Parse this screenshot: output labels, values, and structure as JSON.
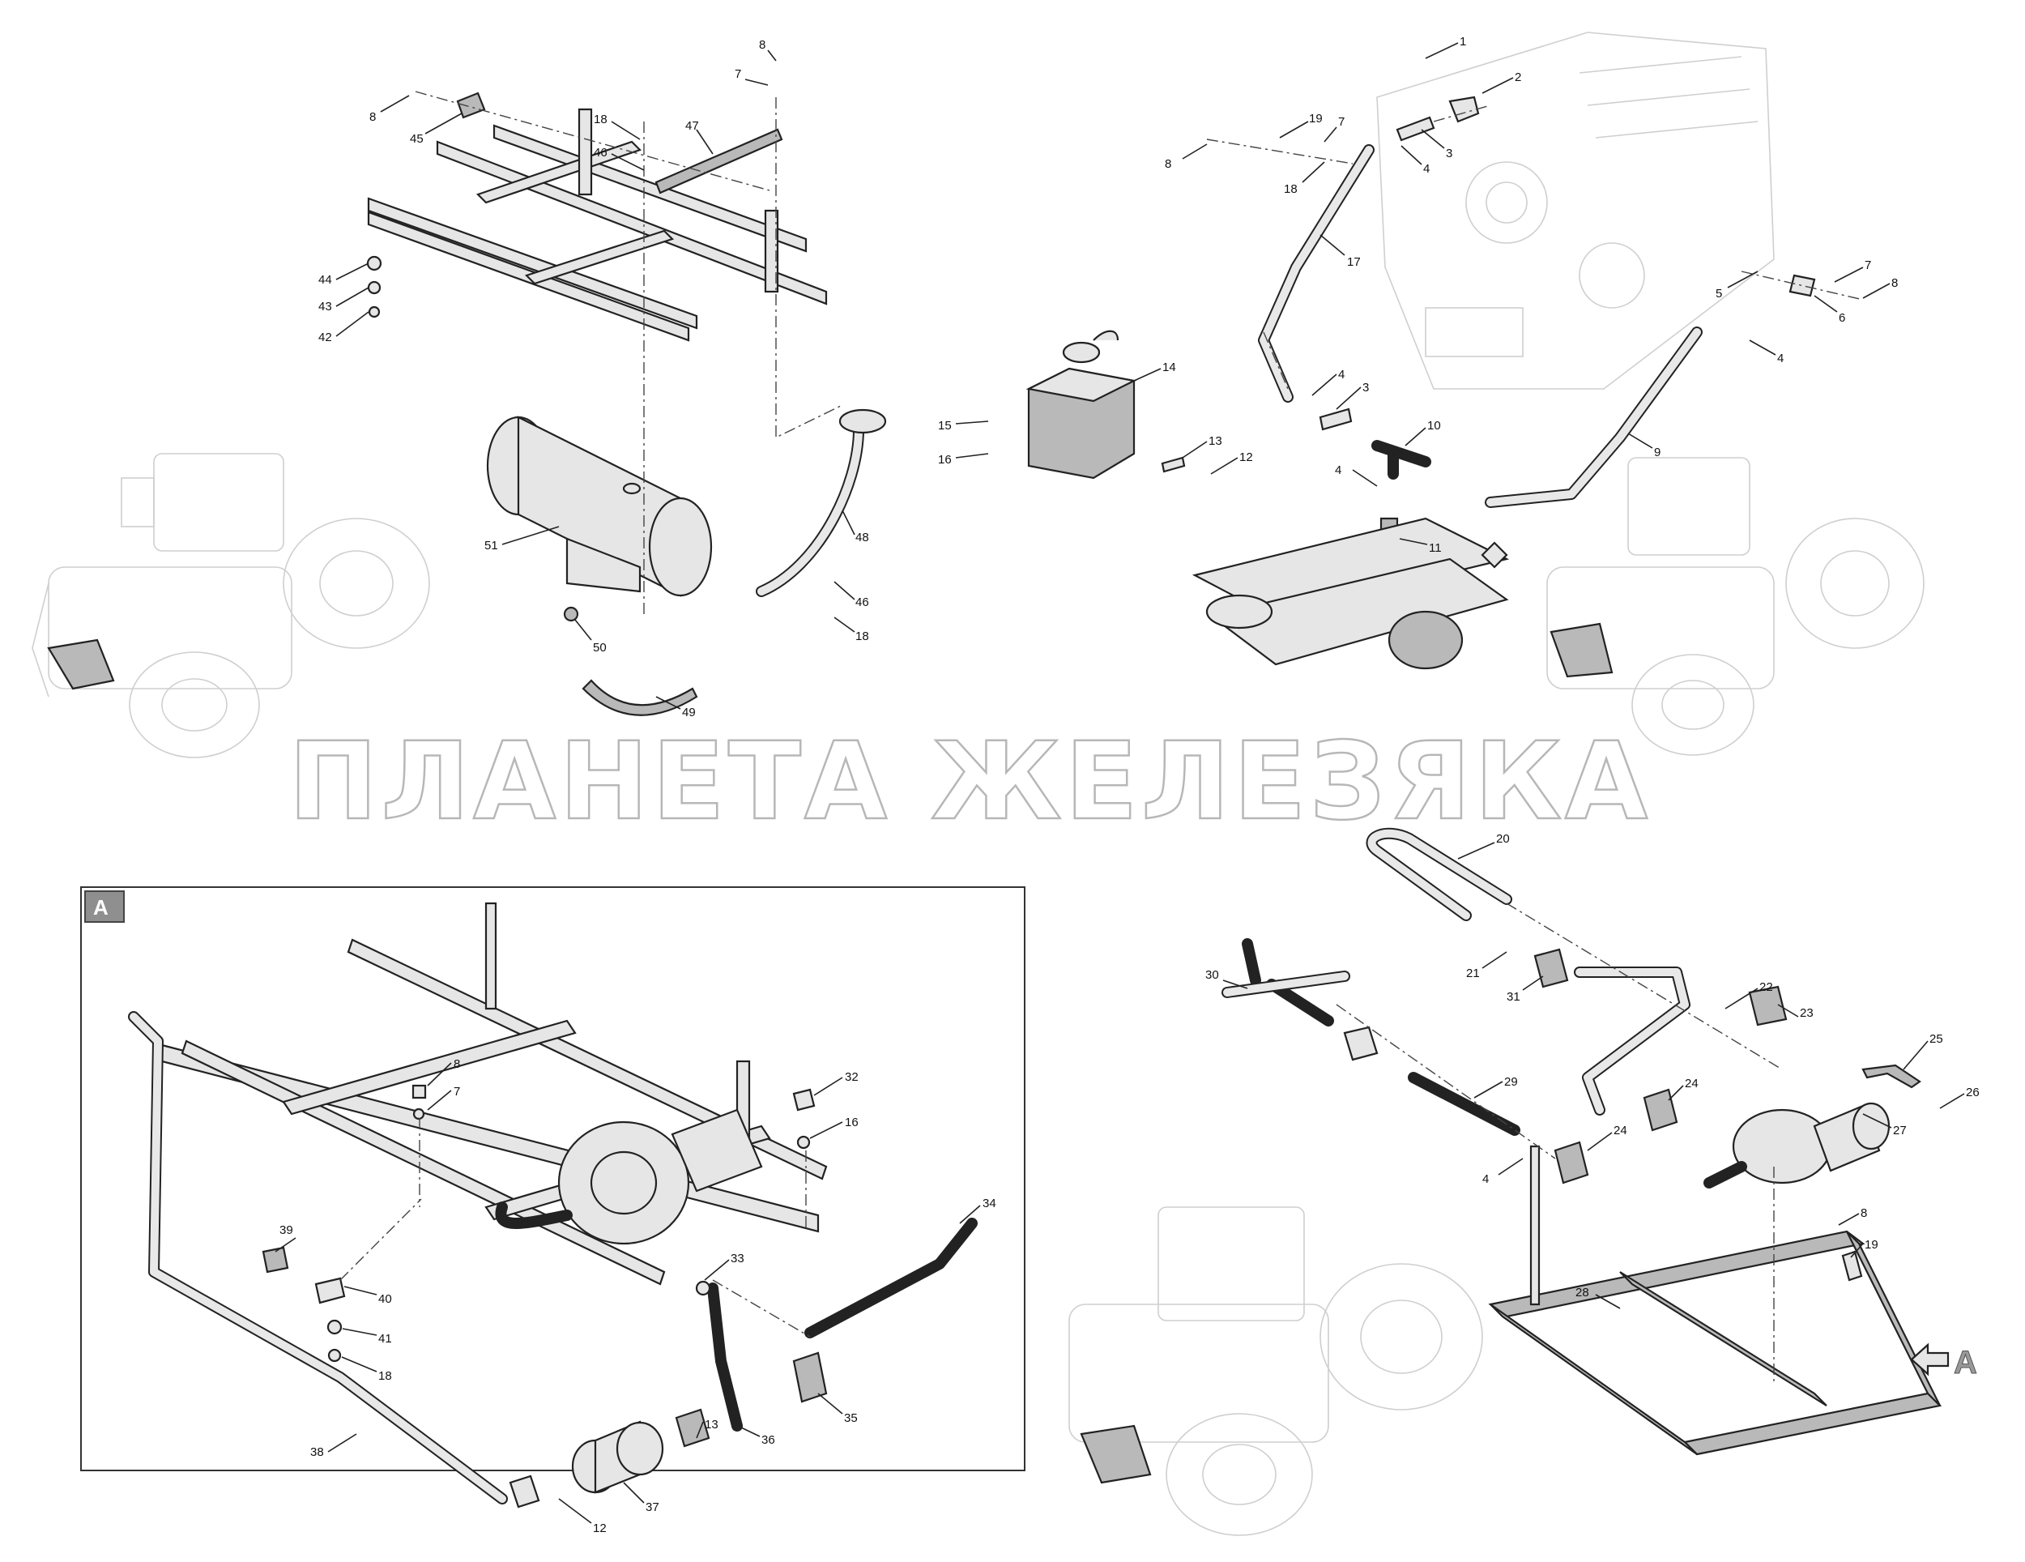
{
  "watermark": "ПЛАНЕТА ЖЕЛЕЗЯКА",
  "inset": {
    "badge": "А"
  },
  "view_arrow": {
    "label": "А"
  },
  "labels_top_left": [
    "8",
    "7",
    "8",
    "45",
    "18",
    "47",
    "46",
    "44",
    "43",
    "42",
    "51",
    "48",
    "46",
    "18",
    "50",
    "49"
  ],
  "labels_top_right": [
    "1",
    "2",
    "8",
    "19",
    "7",
    "3",
    "4",
    "18",
    "17",
    "5",
    "7",
    "8",
    "6",
    "4",
    "14",
    "15",
    "16",
    "4",
    "3",
    "13",
    "12",
    "10",
    "9",
    "4",
    "11"
  ],
  "labels_bottom_right": [
    "20",
    "21",
    "31",
    "30",
    "22",
    "23",
    "25",
    "26",
    "24",
    "29",
    "24",
    "27",
    "4",
    "8",
    "19",
    "28"
  ],
  "labels_inset": [
    "8",
    "7",
    "32",
    "16",
    "34",
    "39",
    "33",
    "40",
    "41",
    "18",
    "35",
    "13",
    "36",
    "38",
    "37",
    "12"
  ]
}
